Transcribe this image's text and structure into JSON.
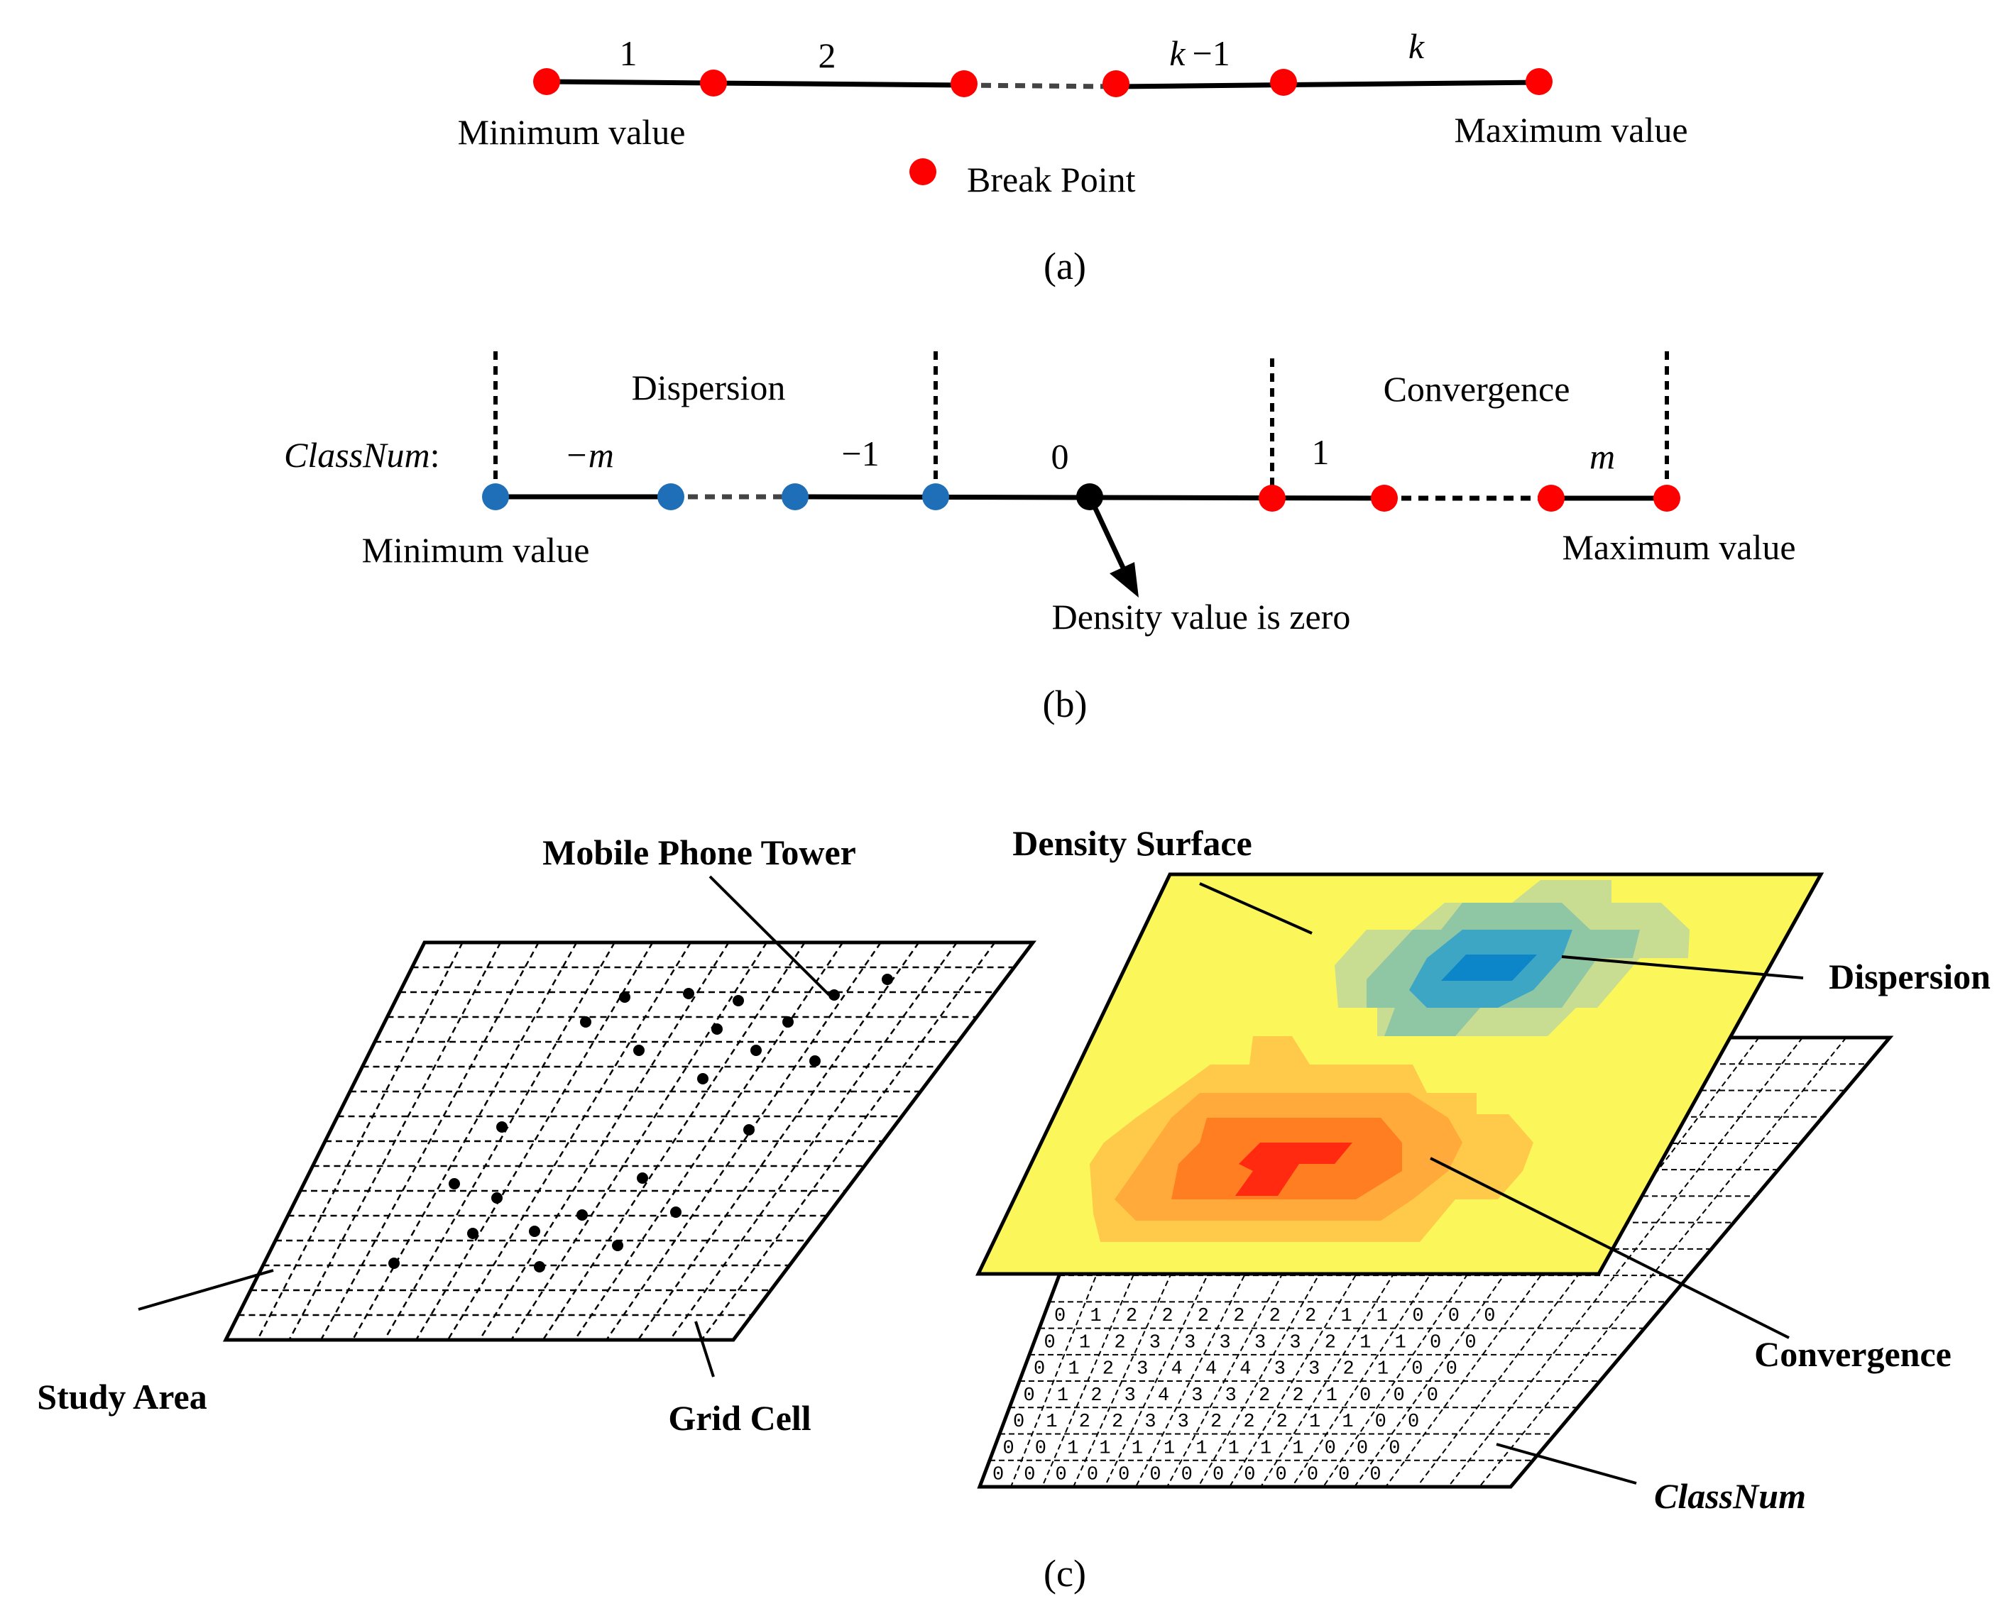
{
  "panel_a": {
    "segment_labels": [
      "1",
      "2",
      "k",
      "−1",
      "k"
    ],
    "min_label": "Minimum value",
    "max_label": "Maximum value",
    "legend_label": "Break Point",
    "caption": "(a)",
    "colors": {
      "break_point": "#ff0000",
      "line": "#000000"
    }
  },
  "panel_b": {
    "dispersion_label": "Dispersion",
    "convergence_label": "Convergence",
    "classnum_label": "ClassNum",
    "classnum_colon": ":",
    "class_labels": [
      "−m",
      "−1",
      "0",
      "1",
      "m"
    ],
    "min_label": "Minimum value",
    "max_label": "Maximum value",
    "zero_label": "Density value is zero",
    "caption": "(b)",
    "colors": {
      "negative": "#1f6fb8",
      "zero": "#000000",
      "positive": "#ff0000"
    }
  },
  "panel_c": {
    "tower_label": "Mobile Phone Tower",
    "study_area_label": "Study Area",
    "grid_cell_label": "Grid Cell",
    "density_surface_label": "Density Surface",
    "dispersion_label": "Dispersion",
    "convergence_label": "Convergence",
    "classnum_label": "ClassNum",
    "caption": "(c)",
    "class_grid": [
      [
        "0",
        "1",
        "2",
        "2",
        "2",
        "2",
        "2",
        "2",
        "1",
        "1",
        "0",
        "0",
        "0"
      ],
      [
        "0",
        "1",
        "2",
        "3",
        "3",
        "3",
        "3",
        "3",
        "2",
        "1",
        "1",
        "0",
        "0"
      ],
      [
        "0",
        "1",
        "2",
        "3",
        "4",
        "4",
        "4",
        "3",
        "3",
        "2",
        "1",
        "0",
        "0"
      ],
      [
        "0",
        "1",
        "2",
        "3",
        "4",
        "3",
        "3",
        "2",
        "2",
        "1",
        "0",
        "0",
        "0"
      ],
      [
        "0",
        "1",
        "2",
        "2",
        "3",
        "3",
        "2",
        "2",
        "2",
        "1",
        "1",
        "0",
        "0"
      ],
      [
        "0",
        "0",
        "1",
        "1",
        "1",
        "1",
        "1",
        "1",
        "1",
        "1",
        "0",
        "0",
        "0"
      ],
      [
        "0",
        "0",
        "0",
        "0",
        "0",
        "0",
        "0",
        "0",
        "0",
        "0",
        "0",
        "0",
        "0"
      ]
    ],
    "colors": {
      "surface": "#fbf75a",
      "convergence": [
        "#ffc94a",
        "#ffaa3a",
        "#ff7e22",
        "#ff2a10"
      ],
      "dispersion": [
        "#c8dd92",
        "#8fc6a4",
        "#3ca6c4",
        "#0c86c8"
      ]
    }
  }
}
